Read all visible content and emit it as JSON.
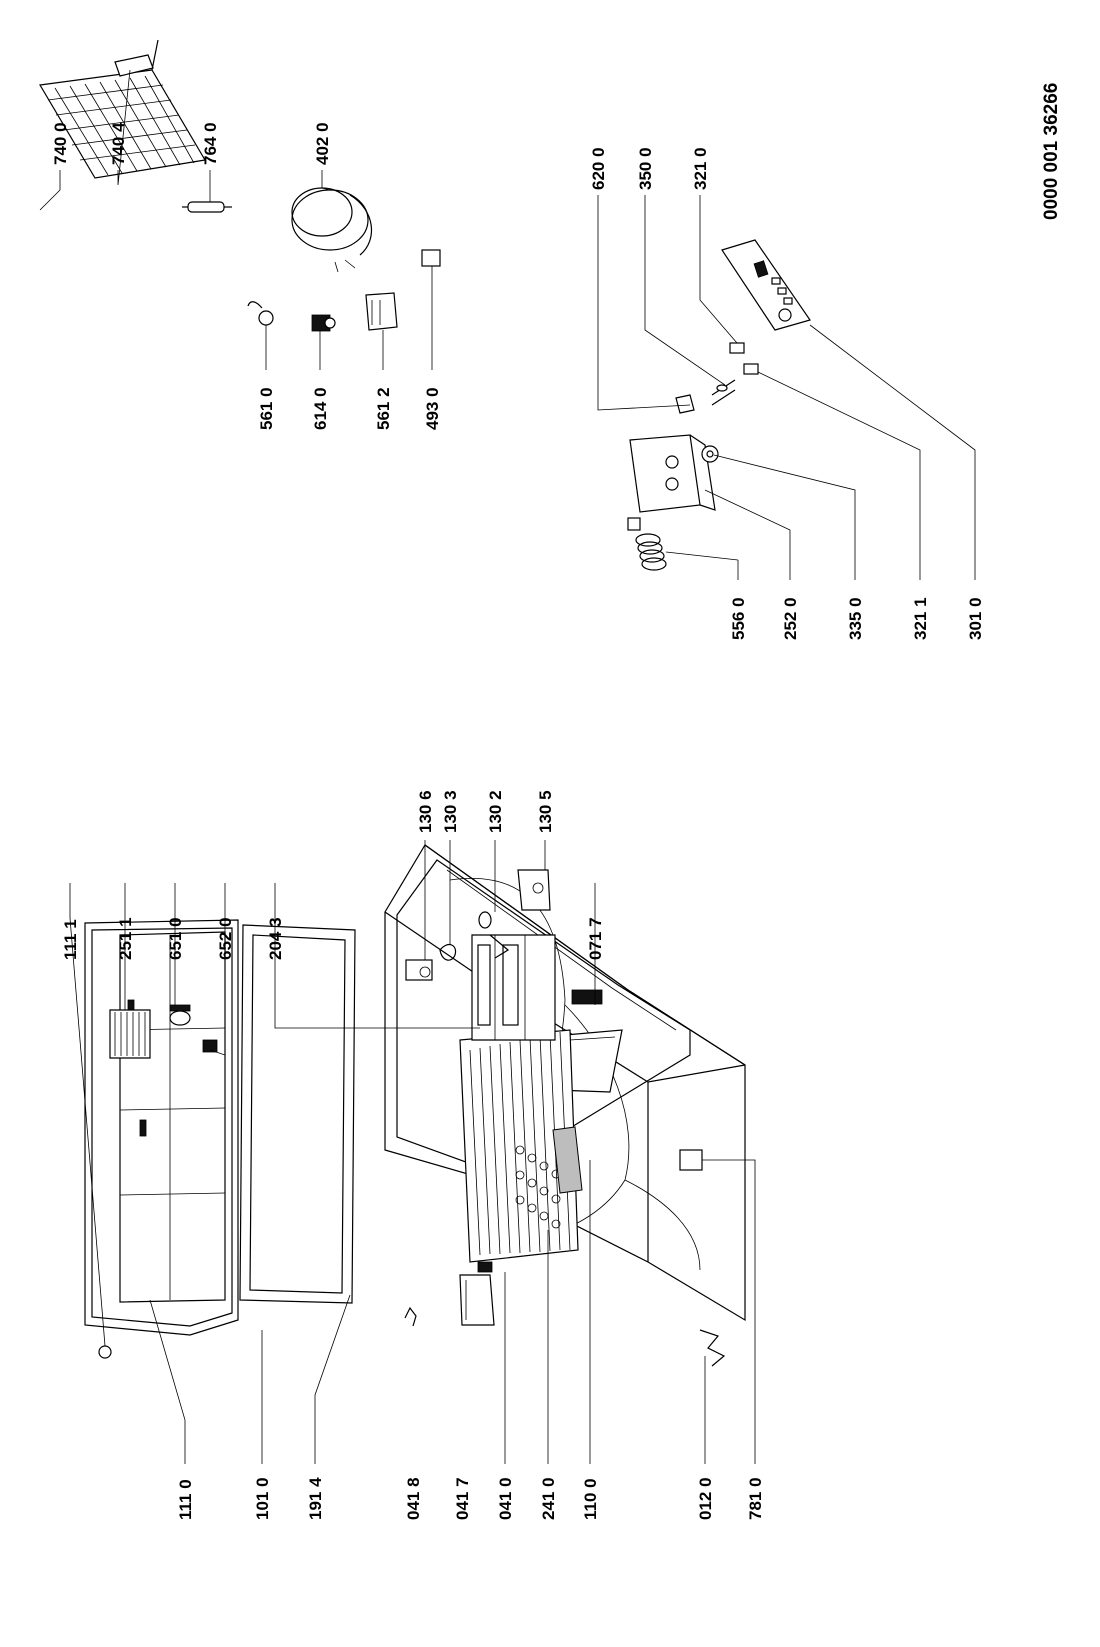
{
  "document": {
    "code": "0000 001 36266"
  },
  "parts": [
    {
      "id": "p1110",
      "label": "111 0"
    },
    {
      "id": "p1010",
      "label": "101 0"
    },
    {
      "id": "p1914",
      "label": "191 4"
    },
    {
      "id": "p0418",
      "label": "041 8"
    },
    {
      "id": "p0417",
      "label": "041 7"
    },
    {
      "id": "p0410",
      "label": "041 0"
    },
    {
      "id": "p2410",
      "label": "241 0"
    },
    {
      "id": "p1100",
      "label": "110 0"
    },
    {
      "id": "p0120",
      "label": "012 0"
    },
    {
      "id": "p7810",
      "label": "781 0"
    },
    {
      "id": "p1111",
      "label": "111 1"
    },
    {
      "id": "p2511",
      "label": "251 1"
    },
    {
      "id": "p6510",
      "label": "651 0"
    },
    {
      "id": "p6520",
      "label": "652 0"
    },
    {
      "id": "p2043",
      "label": "204 3"
    },
    {
      "id": "p0717",
      "label": "071 7"
    },
    {
      "id": "p1306",
      "label": "130 6"
    },
    {
      "id": "p1303",
      "label": "130 3"
    },
    {
      "id": "p1302",
      "label": "130 2"
    },
    {
      "id": "p1305",
      "label": "130 5"
    },
    {
      "id": "p5560",
      "label": "556 0"
    },
    {
      "id": "p2520",
      "label": "252 0"
    },
    {
      "id": "p3350",
      "label": "335 0"
    },
    {
      "id": "p3211",
      "label": "321 1"
    },
    {
      "id": "p3010",
      "label": "301 0"
    },
    {
      "id": "p6200",
      "label": "620 0"
    },
    {
      "id": "p3500",
      "label": "350 0"
    },
    {
      "id": "p3210",
      "label": "321 0"
    },
    {
      "id": "p5610",
      "label": "561 0"
    },
    {
      "id": "p6140",
      "label": "614 0"
    },
    {
      "id": "p5612",
      "label": "561 2"
    },
    {
      "id": "p4930",
      "label": "493 0"
    },
    {
      "id": "p7400",
      "label": "740 0"
    },
    {
      "id": "p7404",
      "label": "740 4"
    },
    {
      "id": "p7640",
      "label": "764 0"
    },
    {
      "id": "p4020",
      "label": "402 0"
    }
  ]
}
